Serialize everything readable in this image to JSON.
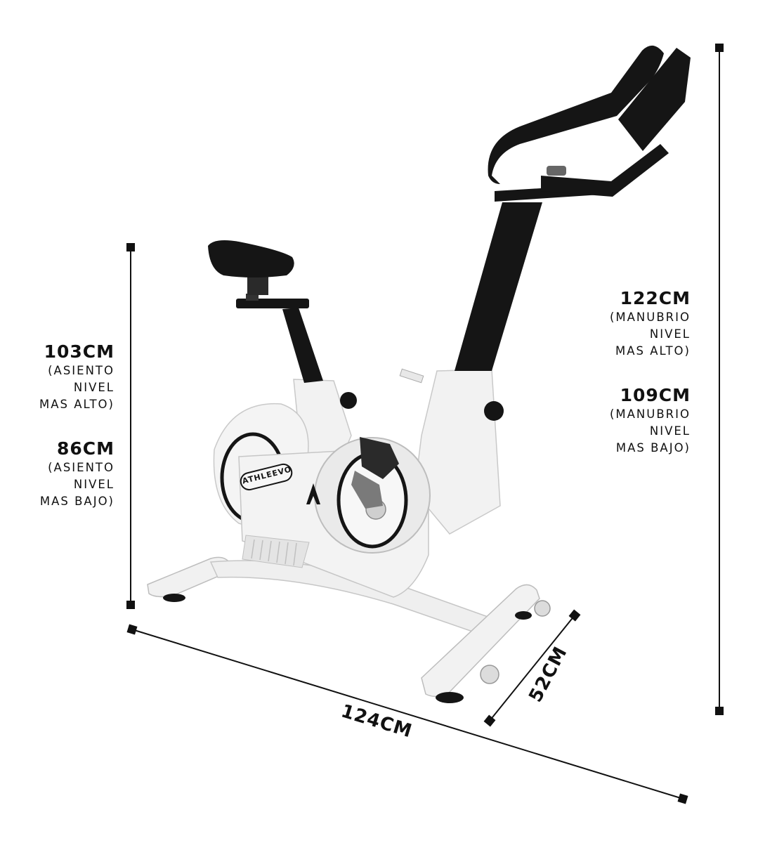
{
  "dimensions": {
    "seat_max": {
      "value": "103CM",
      "lines": [
        "(ASIENTO",
        "NIVEL",
        "MAS ALTO)"
      ]
    },
    "seat_min": {
      "value": "86CM",
      "lines": [
        "(ASIENTO",
        "NIVEL",
        "MAS BAJO)"
      ]
    },
    "handlebar_max": {
      "value": "122CM",
      "lines": [
        "(MANUBRIO",
        "NIVEL",
        "MAS ALTO)"
      ]
    },
    "handlebar_min": {
      "value": "109CM",
      "lines": [
        "(MANUBRIO",
        "NIVEL",
        "MAS BAJO)"
      ]
    },
    "length": "124CM",
    "width": "52CM"
  },
  "product": {
    "brand": "ATHLEEVO"
  },
  "colors": {
    "frame": "#f2f2f2",
    "frame_shadow": "#d4d4d4",
    "black_parts": "#151515",
    "dimension_lines": "#111111"
  }
}
